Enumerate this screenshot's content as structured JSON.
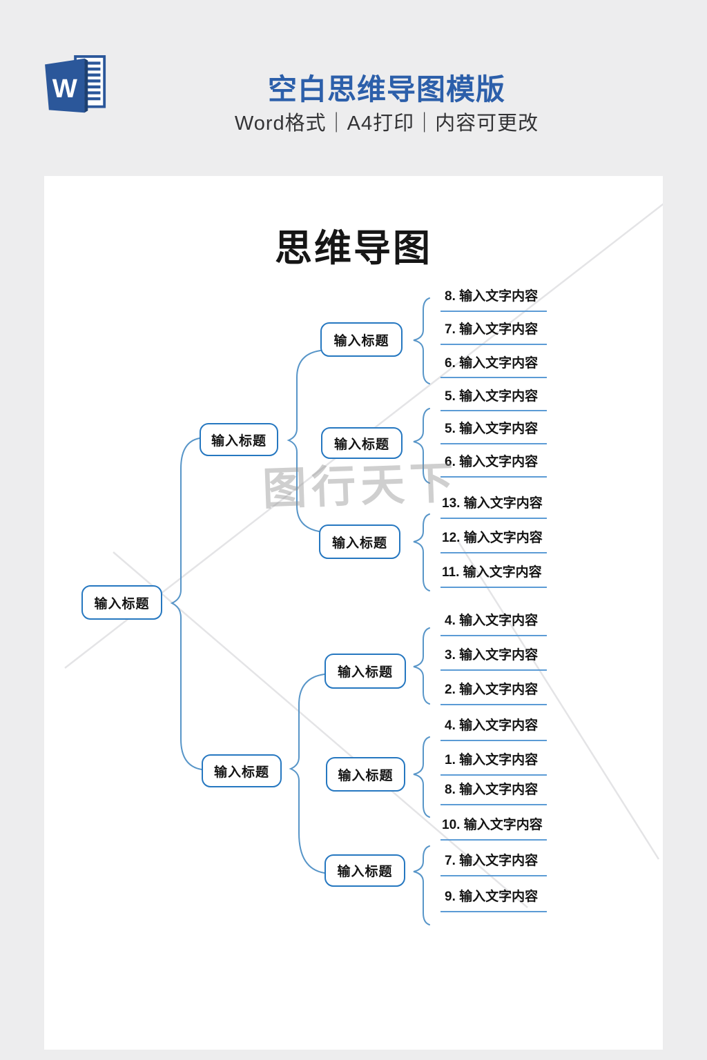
{
  "header": {
    "title": "空白思维导图模版",
    "subtitle": "Word格式｜A4打印｜内容可更改",
    "icon_letter": "W"
  },
  "colors": {
    "canvas_bg": "#ededee",
    "page_bg": "#ffffff",
    "header_title_blue": "#2c5faa",
    "word_icon_blue": "#2b579a",
    "node_border_blue": "#2577c0",
    "connector_blue": "#5795c8",
    "underline_blue": "#5b9bd5",
    "watermark_gray": "#8f8f8f"
  },
  "mindmap": {
    "title": "思维导图",
    "watermark": "图行天下",
    "root": {
      "label": "输入标题"
    },
    "branches": [
      {
        "label": "输入标题"
      },
      {
        "label": "输入标题"
      }
    ],
    "subtopics": [
      {
        "label": "输入标题"
      },
      {
        "label": "输入标题"
      },
      {
        "label": "输入标题"
      },
      {
        "label": "输入标题"
      },
      {
        "label": "输入标题"
      },
      {
        "label": "输入标题"
      }
    ],
    "leaves": [
      {
        "text": "8. 输入文字内容"
      },
      {
        "text": "7. 输入文字内容"
      },
      {
        "text": "6. 输入文字内容"
      },
      {
        "text": "5. 输入文字内容"
      },
      {
        "text": "5. 输入文字内容"
      },
      {
        "text": "6. 输入文字内容"
      },
      {
        "text": "13. 输入文字内容"
      },
      {
        "text": "12. 输入文字内容"
      },
      {
        "text": "11. 输入文字内容"
      },
      {
        "text": "4. 输入文字内容"
      },
      {
        "text": "3. 输入文字内容"
      },
      {
        "text": "2. 输入文字内容"
      },
      {
        "text": "4. 输入文字内容"
      },
      {
        "text": "1. 输入文字内容"
      },
      {
        "text": "8. 输入文字内容"
      },
      {
        "text": "10. 输入文字内容"
      },
      {
        "text": "7. 输入文字内容"
      },
      {
        "text": "9. 输入文字内容"
      }
    ]
  }
}
